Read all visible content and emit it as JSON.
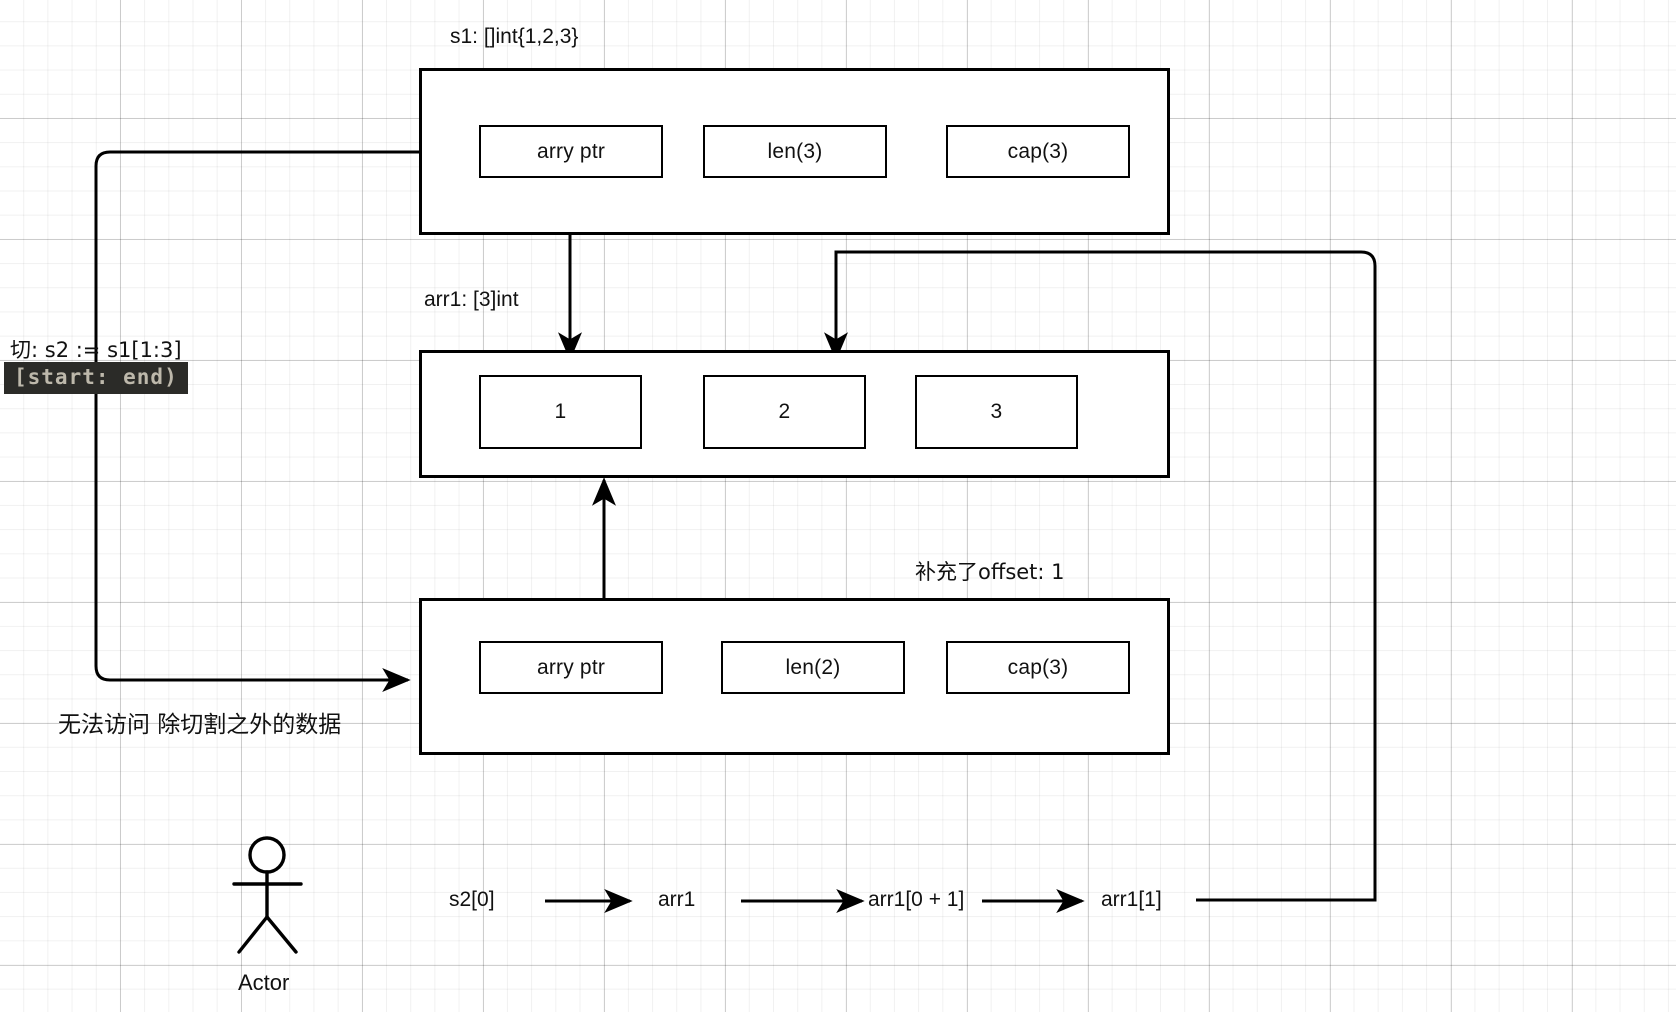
{
  "diagram": {
    "title_s1": "s1: []int{1,2,3}",
    "title_arr1": "arr1: [3]int",
    "note_offset": "补充了offset: 1",
    "note_slice_expr": "切:  s2 := s1[1:3]",
    "note_range_chip": "[start: end)",
    "note_no_access": "无法访问 除切割之外的数据",
    "actor_label": "Actor"
  },
  "s1_struct": {
    "name": "s1",
    "fields": [
      {
        "label": "arry ptr"
      },
      {
        "label": "len(3)"
      },
      {
        "label": "cap(3)"
      }
    ]
  },
  "arr1_array": {
    "name": "arr1",
    "elements": [
      {
        "label": "1"
      },
      {
        "label": "2"
      },
      {
        "label": "3"
      }
    ]
  },
  "s2_struct": {
    "name": "s2",
    "fields": [
      {
        "label": "arry ptr"
      },
      {
        "label": "len(2)"
      },
      {
        "label": "cap(3)"
      }
    ]
  },
  "flow": {
    "steps": [
      {
        "label": "s2[0]"
      },
      {
        "label": "arr1"
      },
      {
        "label": "arr1[0 + 1]"
      },
      {
        "label": "arr1[1]"
      }
    ]
  },
  "colors": {
    "stroke": "#000000",
    "paper": "#ffffff",
    "grid_minor": "rgba(0,0,0,.055)",
    "grid_major": "rgba(0,0,0,.16)",
    "chip_bg": "#2b2b28",
    "chip_fg": "#bdb8ab"
  }
}
